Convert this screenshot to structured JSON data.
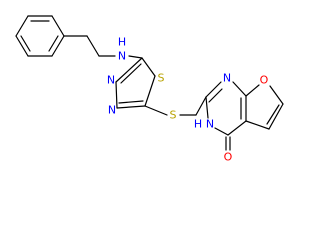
{
  "atom_labels": {
    "nh_amine": "N",
    "nh_amine_h": "H",
    "thiadiazole_s": "S",
    "thiadiazole_n4": "N",
    "thiadiazole_n3": "N",
    "thioether_s": "S",
    "pyrimidine_n1": "N",
    "furan_o": "O",
    "pyrimidine_nh": "N",
    "pyrimidine_nh_h": "H",
    "carbonyl_o": "O"
  },
  "colors": {
    "bond": "#000000",
    "nitrogen": "#0000ff",
    "sulfur": "#b8a200",
    "oxygen": "#ff0000"
  }
}
